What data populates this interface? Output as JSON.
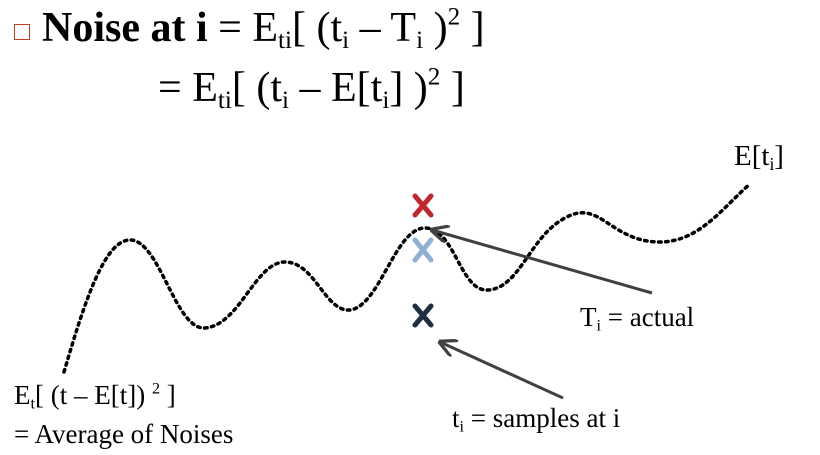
{
  "heading": {
    "line1": {
      "prefix": "Noise at i",
      "eq": "=",
      "E": "E",
      "E_sub": "ti",
      "open": "[ (t",
      "t_sub": "i",
      "minus": " – T",
      "T_sub": "i",
      "close": " )",
      "pow": "2",
      "end": " ]"
    },
    "line2": {
      "eq": "= ",
      "E": "E",
      "E_sub": "ti",
      "open": "[ (t",
      "t_sub": "i",
      "minus": " – E[t",
      "t2_sub": "i",
      "close": "] )",
      "pow": "2",
      "end": " ]"
    }
  },
  "labels": {
    "expected_curve": {
      "main": "E[t",
      "sub": "i",
      "end": "]"
    },
    "actual": {
      "main": "T",
      "sub": "i",
      "rest": " = actual"
    },
    "samples": {
      "main": "t",
      "sub": "i",
      "rest": " = samples at i"
    },
    "avg_formula": {
      "E": "E",
      "sub": "t",
      "rest": "[ (t – E[t]) ",
      "pow": "2",
      "end": " ]"
    },
    "avg_text": "= Average of Noises"
  },
  "markers": [
    {
      "name": "actual-marker-icon",
      "color": "#c0272d"
    },
    {
      "name": "expected-marker-icon",
      "color": "#8fb0d2"
    },
    {
      "name": "sample-marker-icon",
      "color": "#1f2f42"
    }
  ],
  "colors": {
    "bullet": "#cc3d1f",
    "curve": "#000000",
    "arrow": "#404040"
  }
}
